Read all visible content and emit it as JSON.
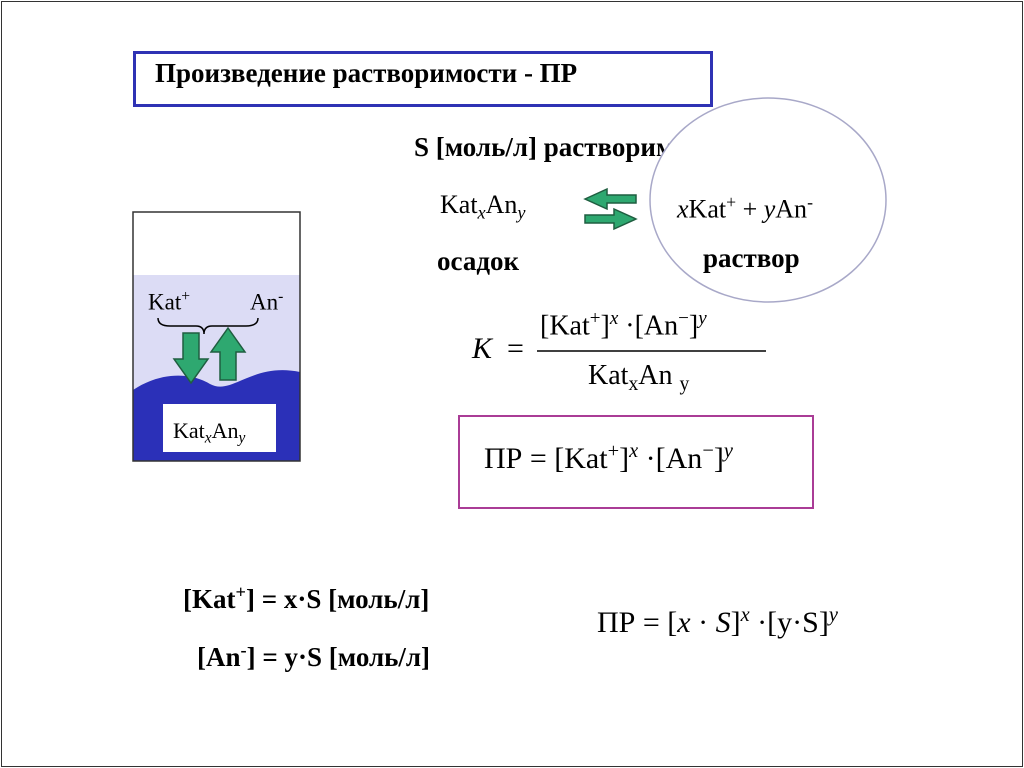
{
  "title": "Произведение растворимости - ПР",
  "solubility_line": "S [моль/л] растворимость осадка",
  "equilibrium": {
    "left_main": "Kat",
    "left_x": "x",
    "left_an": "An",
    "left_y": "y",
    "right_x": "x",
    "right_kat": "Kat",
    "right_plus_sup": "+",
    "right_plus": " + ",
    "right_y": "y",
    "right_an": "An",
    "right_minus_sup": "-",
    "left_caption": "осадок",
    "right_caption": "раствор"
  },
  "beaker": {
    "kat_label": "Kat",
    "kat_sup": "+",
    "an_label": "An",
    "an_sup": "-",
    "precip_main": "Kat",
    "precip_x": "x",
    "precip_an": "An",
    "precip_y": "y",
    "colors": {
      "solution": "#dcdcf5",
      "precipitate": "#2b30b8",
      "arrow": "#2ea870"
    }
  },
  "k_formula": {
    "k": "K",
    "eq": "=",
    "num_open1": "[Kat",
    "num_sup1": "+",
    "num_close1": "]",
    "num_x": "x",
    "num_dot": "·",
    "num_open2": "[An",
    "num_sup2": "−",
    "num_close2": "]",
    "num_y": "y",
    "den_kat": "Kat",
    "den_x": "x",
    "den_an": "An",
    "den_y": "y"
  },
  "pp_formula": {
    "pp": "ПР",
    "eq": "=",
    "open1": "[Kat",
    "sup1": "+",
    "close1": "]",
    "x": "x",
    "dot": "·",
    "open2": "[An",
    "sup2": "−",
    "close2": "]",
    "y": "y"
  },
  "concentrations": {
    "kat_line_a": "[Kat",
    "kat_line_sup": "+",
    "kat_line_b": "] = x·S [моль/л]",
    "an_line_a": "[An",
    "an_line_sup": "-",
    "an_line_b": "] = y·S [моль/л]"
  },
  "pp_s_formula": {
    "pp": "ПР",
    "eq": "=",
    "open1": "[",
    "x": "x",
    "dot1": "·",
    "s1": "S",
    "close1": "]",
    "sup_x": "x",
    "dot2": "·",
    "open2": "[y·S]",
    "sup_y": "y"
  }
}
